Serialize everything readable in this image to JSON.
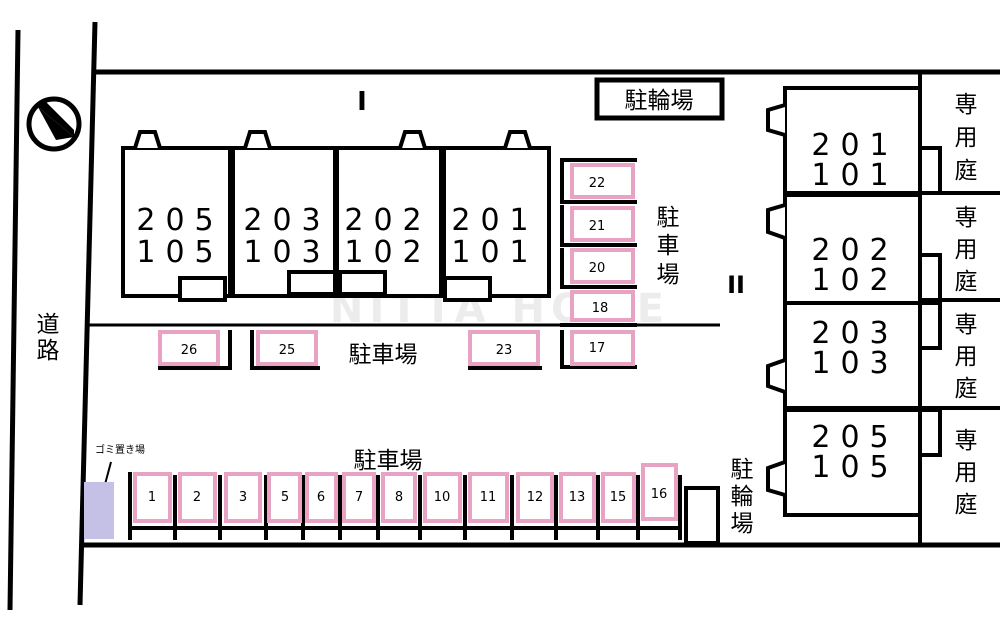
{
  "compass": {
    "icon": "north-arrow-icon"
  },
  "road": {
    "label_line1": "道",
    "label_line2": "路"
  },
  "bike_parking_top": "駐輪場",
  "bike_parking_right": {
    "c1": "駐",
    "c2": "輪",
    "c3": "場"
  },
  "building_I": {
    "label": "I",
    "units": [
      {
        "upper": "205",
        "lower": "105"
      },
      {
        "upper": "203",
        "lower": "103"
      },
      {
        "upper": "202",
        "lower": "102"
      },
      {
        "upper": "201",
        "lower": "101"
      }
    ]
  },
  "building_II": {
    "label": "II",
    "units": [
      {
        "upper": "201",
        "lower": "101",
        "garden": [
          "専",
          "用",
          "庭"
        ]
      },
      {
        "upper": "202",
        "lower": "102",
        "garden": [
          "専",
          "用",
          "庭"
        ]
      },
      {
        "upper": "203",
        "lower": "103",
        "garden": [
          "専",
          "用",
          "庭"
        ]
      },
      {
        "upper": "205",
        "lower": "105",
        "garden": [
          "専",
          "用",
          "庭"
        ]
      }
    ]
  },
  "parking_labels": {
    "right_column": {
      "c1": "駐",
      "c2": "車",
      "c3": "場"
    },
    "middle": "駐車場",
    "bottom": "駐車場"
  },
  "parking_right_column": [
    "22",
    "21",
    "20",
    "18",
    "17"
  ],
  "parking_middle_row": [
    "26",
    "25",
    "23"
  ],
  "parking_bottom_row": [
    "1",
    "2",
    "3",
    "5",
    "6",
    "7",
    "8",
    "10",
    "11",
    "12",
    "13",
    "15",
    "16"
  ],
  "garbage": {
    "label": "ゴミ置き場"
  },
  "watermark": "NITTA HOME"
}
